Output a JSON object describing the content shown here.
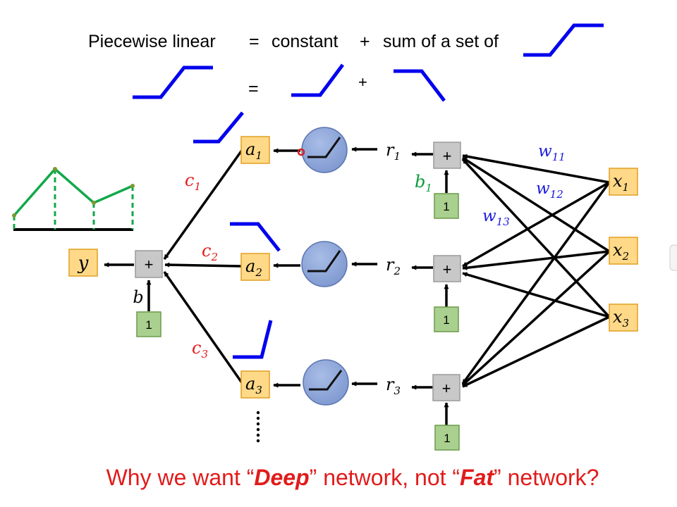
{
  "title": {
    "lhs": "Piecewise linear",
    "eq": "=",
    "constant": "constant",
    "plus": "+",
    "sum": "sum of a set of"
  },
  "second_row": {
    "eq": "=",
    "plus": "+"
  },
  "output": {
    "y": "y",
    "b": "b",
    "bias_input": "1",
    "add": "+"
  },
  "weights_c": [
    {
      "base": "c",
      "sub": "1"
    },
    {
      "base": "c",
      "sub": "2"
    },
    {
      "base": "c",
      "sub": "3"
    }
  ],
  "activations": [
    {
      "base": "a",
      "sub": "1"
    },
    {
      "base": "a",
      "sub": "2"
    },
    {
      "base": "a",
      "sub": "3"
    }
  ],
  "pre_activations": [
    {
      "base": "r",
      "sub": "1"
    },
    {
      "base": "r",
      "sub": "2"
    },
    {
      "base": "r",
      "sub": "3"
    }
  ],
  "hidden_sums": [
    {
      "add": "+",
      "bias_input": "1"
    },
    {
      "add": "+",
      "bias_input": "1"
    },
    {
      "add": "+",
      "bias_input": "1"
    }
  ],
  "hidden_bias": {
    "base": "b",
    "sub": "1"
  },
  "weights_w": [
    {
      "base": "w",
      "sub": "11"
    },
    {
      "base": "w",
      "sub": "12"
    },
    {
      "base": "w",
      "sub": "13"
    }
  ],
  "inputs": [
    {
      "base": "x",
      "sub": "1"
    },
    {
      "base": "x",
      "sub": "2"
    },
    {
      "base": "x",
      "sub": "3"
    }
  ],
  "ellipsis": "⋮",
  "question": {
    "part1": "Why we want “",
    "deep": "Deep",
    "part2": "” network, not “",
    "fat": "Fat",
    "part3": "” network?"
  },
  "colors": {
    "blue": "#0000ee",
    "red": "#e11b1b",
    "green": "#0a9a3a",
    "var_box": "#ffd988",
    "var_border": "#e0a020",
    "sum_box": "#c8c8c8",
    "one_box": "#a9d08e",
    "neuron": "#8fa8dc"
  }
}
